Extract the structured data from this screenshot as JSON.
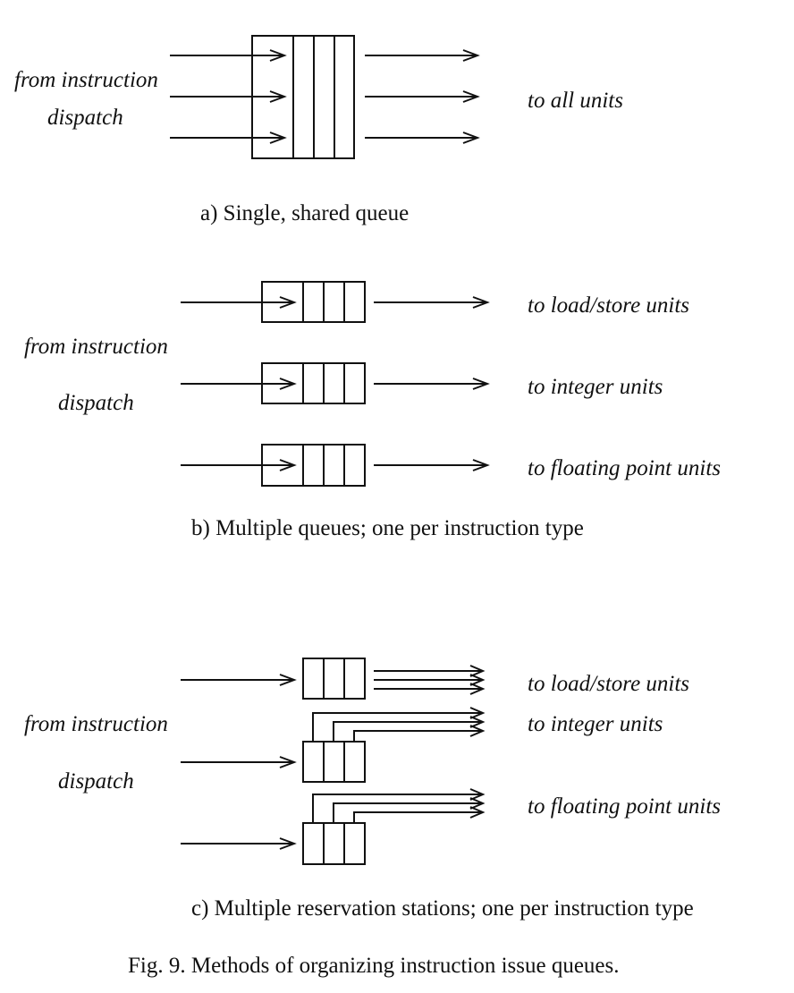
{
  "labels": {
    "from_instruction": "from instruction",
    "dispatch": "dispatch"
  },
  "panel_a": {
    "targets": [
      "to all units"
    ],
    "caption": "a) Single, shared queue"
  },
  "panel_b": {
    "targets": [
      "to load/store units",
      "to integer units",
      "to floating point units"
    ],
    "caption": "b) Multiple queues; one per instruction type"
  },
  "panel_c": {
    "targets": [
      "to load/store units",
      "to integer units",
      "to floating point units"
    ],
    "caption": "c) Multiple reservation stations; one per instruction type"
  },
  "figure_caption": "Fig. 9. Methods of organizing instruction issue queues."
}
